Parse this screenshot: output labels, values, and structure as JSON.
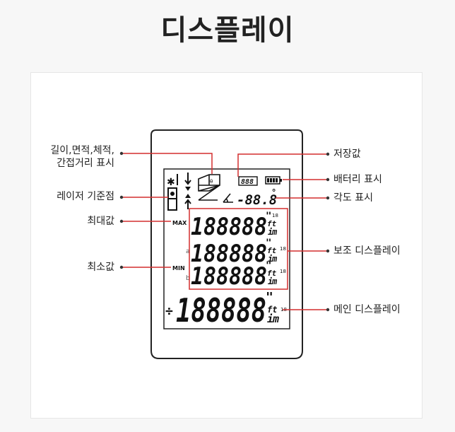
{
  "title": "디스플레이",
  "labels": {
    "length_area_volume_line1": "길이,면적,체적,",
    "length_area_volume_line2": "간접거리 표시",
    "laser_reference": "레이저 기준점",
    "max_value": "최대값",
    "min_value": "최소값",
    "stored_value": "저장값",
    "battery_display": "배터리 표시",
    "angle_display": "각도 표시",
    "aux_display": "보조 디스플레이",
    "main_display": "메인 디스플레이"
  },
  "lcd": {
    "memory_digits": "888",
    "angle_readout": "-88.8",
    "degree": "°",
    "aux_digits": "188888",
    "main_digits": "188888",
    "max_tag": "MAX",
    "min_tag": "MIN",
    "row_a": "a",
    "row_b": "b",
    "unit_ft": "ft",
    "unit_m": "m",
    "unit_i": "i",
    "frac": "18",
    "inch_mark": "\"",
    "main_prefix": "÷"
  },
  "colors": {
    "leader_line": "#d32f2f",
    "panel": "#ffffff",
    "text": "#222222"
  }
}
